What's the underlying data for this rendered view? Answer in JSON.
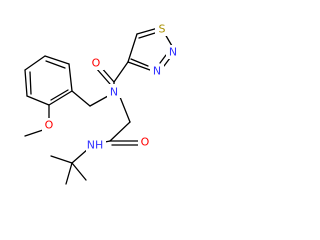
{
  "colors": {
    "carbon_bond": "#000000",
    "N": "#3333ff",
    "O": "#ff0000",
    "S": "#a89000"
  },
  "atoms": {
    "carbonyl_o": "O",
    "amide_n": "N",
    "ring_s": "S",
    "ring_n_a": "N",
    "ring_n_b": "N",
    "methoxy_o": "O",
    "amide2_o": "O",
    "nh": "NH",
    "methyl": ""
  }
}
